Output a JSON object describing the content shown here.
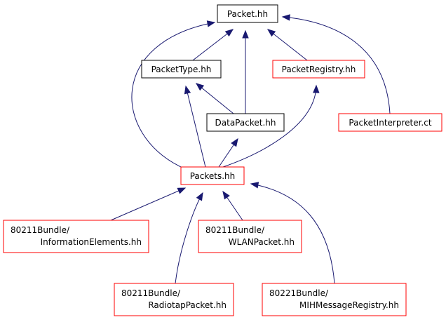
{
  "colors": {
    "edge": "#191970",
    "node_border_normal": "#000000",
    "node_border_truncated": "#ff0000",
    "node_fill_current": "#bfbfbf",
    "node_fill": "#ffffff"
  },
  "nodes": {
    "packet_hh": {
      "lines": [
        "Packet.hh"
      ],
      "style": "current"
    },
    "packettype_hh": {
      "lines": [
        "PacketType.hh"
      ],
      "style": "normal"
    },
    "packetregistry_hh": {
      "lines": [
        "PacketRegistry.hh"
      ],
      "style": "truncated"
    },
    "datapacket_hh": {
      "lines": [
        "DataPacket.hh"
      ],
      "style": "normal"
    },
    "packetinterpreter_ct": {
      "lines": [
        "PacketInterpreter.ct"
      ],
      "style": "truncated"
    },
    "packets_hh": {
      "lines": [
        "Packets.hh"
      ],
      "style": "truncated"
    },
    "informationelements_hh": {
      "lines": [
        "80211Bundle/",
        "InformationElements.hh"
      ],
      "style": "truncated"
    },
    "wlanpacket_hh": {
      "lines": [
        "80211Bundle/",
        "WLANPacket.hh"
      ],
      "style": "truncated"
    },
    "radiotappacket_hh": {
      "lines": [
        "80211Bundle/",
        "RadiotapPacket.hh"
      ],
      "style": "truncated"
    },
    "mihmessageregistry_hh": {
      "lines": [
        "80221Bundle/",
        "MIHMessageRegistry.hh"
      ],
      "style": "truncated"
    }
  },
  "edges": [
    {
      "from": "packettype_hh",
      "to": "packet_hh"
    },
    {
      "from": "packetregistry_hh",
      "to": "packet_hh"
    },
    {
      "from": "datapacket_hh",
      "to": "packet_hh"
    },
    {
      "from": "packetinterpreter_ct",
      "to": "packet_hh"
    },
    {
      "from": "packets_hh",
      "to": "packet_hh"
    },
    {
      "from": "datapacket_hh",
      "to": "packettype_hh"
    },
    {
      "from": "packets_hh",
      "to": "packettype_hh"
    },
    {
      "from": "packets_hh",
      "to": "packetregistry_hh"
    },
    {
      "from": "packets_hh",
      "to": "datapacket_hh"
    },
    {
      "from": "informationelements_hh",
      "to": "packets_hh"
    },
    {
      "from": "wlanpacket_hh",
      "to": "packets_hh"
    },
    {
      "from": "radiotappacket_hh",
      "to": "packets_hh"
    },
    {
      "from": "mihmessageregistry_hh",
      "to": "packets_hh"
    }
  ]
}
